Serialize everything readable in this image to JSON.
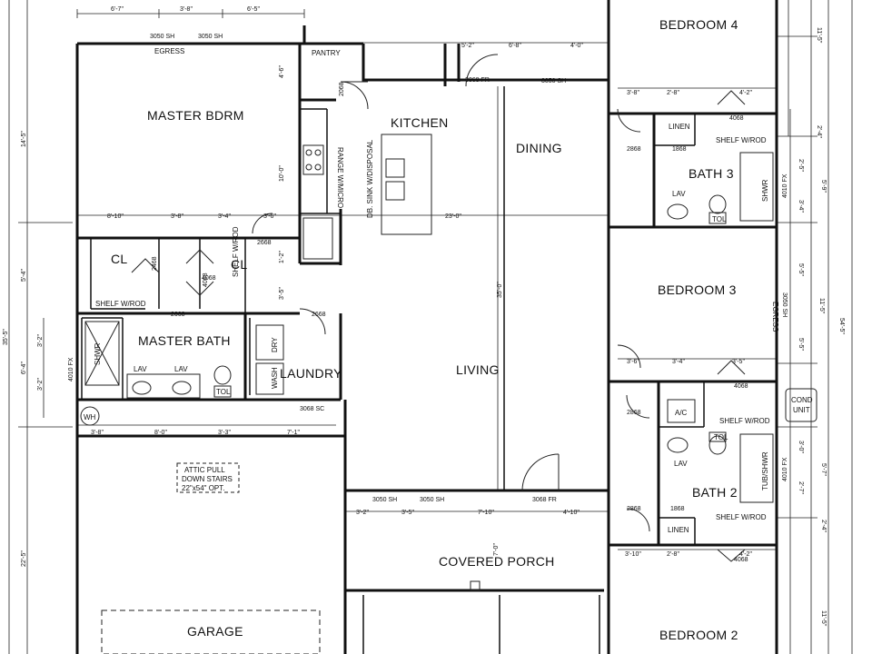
{
  "rooms": {
    "master_bdrm": "MASTER BDRM",
    "kitchen": "KITCHEN",
    "dining": "DINING",
    "living": "LIVING",
    "master_bath": "MASTER BATH",
    "laundry": "LAUNDRY",
    "garage": "GARAGE",
    "covered_porch": "COVERED PORCH",
    "bedroom_4": "BEDROOM 4",
    "bedroom_3": "BEDROOM 3",
    "bedroom_2": "BEDROOM 2",
    "bath_3": "BATH 3",
    "bath_2": "BATH 2",
    "cl_1": "CL",
    "cl_2": "CL"
  },
  "labels": {
    "pantry": "PANTRY",
    "egress_top": "EGRESS",
    "egress_right": "EGRESS",
    "linen_top": "LINEN",
    "linen_bottom": "LINEN",
    "shelf_rod_b3": "SHELF W/ROD",
    "shelf_rod_cl": "SHELF W/ROD",
    "shelf_rod_cl2": "SHELF W/ROD",
    "shelf_rod_ac": "SHELF W/ROD",
    "shelf_rod_b2": "SHELF W/ROD",
    "ac": "A/C",
    "cond_unit_1": "COND",
    "cond_unit_2": "UNIT",
    "lav_mb_1": "LAV",
    "lav_mb_2": "LAV",
    "lav_b3": "LAV",
    "lav_b2": "LAV",
    "tol_mb": "TOL",
    "tol_b3": "TOL",
    "tol_b2": "TOL",
    "shwr_mb": "SHWR",
    "shwr_b3": "SHWR",
    "tub_shwr": "TUB/SHWR",
    "dry": "DRY",
    "wash": "WASH",
    "wh": "WH",
    "range": "RANGE W/MICRO",
    "sink": "DB. SINK W/DISPOSAL",
    "attic_1": "ATTIC PULL",
    "attic_2": "DOWN STAIRS",
    "attic_3": "22\"x54\" OPT."
  },
  "windows": {
    "w_top_1": "3050 SH",
    "w_top_2": "3050 SH",
    "w_dining": "3050 SH",
    "w_dining_fr": "3068 FR",
    "w_b4": "4068",
    "w_b3_closet": "4068",
    "w_ac": "4068",
    "w_b2": "4068",
    "w_b3_side": "3050 SH",
    "w_porch_1": "3050 SH",
    "w_porch_2": "3050 SH",
    "w_porch_fr": "3068 FR",
    "w_laundry": "3068 SC",
    "d_pantry": "2068",
    "d_b4": "2868",
    "d_b3": "2868",
    "d_b2": "2868",
    "d_kitchen": "2668",
    "d_mbath": "2668",
    "d_laundry": "2668",
    "d_linen1": "1868",
    "d_linen2": "1868",
    "d_cl1": "2468",
    "d_cl2": "4068",
    "fx_mb": "4010 FX",
    "fx_b3": "4010 FX",
    "fx_b2": "4010 FX"
  },
  "dimensions": {
    "top_1": "6'-7\"",
    "top_2": "3'-8\"",
    "top_3": "6'-5\"",
    "top_4": "5'-2\"",
    "top_5": "6'-8\"",
    "top_6": "4'-0\"",
    "mid_1": "8'-10\"",
    "mid_2": "3'-8\"",
    "mid_3": "3'-4\"",
    "mid_4": "3'-6\"",
    "mid_5": "23'-0\"",
    "mbath_1": "3'-8\"",
    "mbath_2": "8'-0\"",
    "mbath_3": "3'-3\"",
    "mbath_4": "7'-1\"",
    "right_1": "3'-8\"",
    "right_2": "2'-8\"",
    "right_3": "4'-2\"",
    "right_4": "3'-6\"",
    "right_5": "3'-4\"",
    "right_6": "3'-5\"",
    "porch_1": "3'-2\"",
    "porch_2": "3'-5\"",
    "porch_3": "7'-10\"",
    "porch_4": "4'-10\"",
    "b2_1": "3'-10\"",
    "b2_2": "2'-8\"",
    "b2_3": "4'-2\"",
    "v_living": "35'-0\"",
    "v_kitchen": "10'-0\"",
    "v_pantry": "4'-6\"",
    "v_cl": "3'-5\"",
    "v_cl2": "1'-2\"",
    "v_porch": "7'-0\"",
    "v_left_1": "14'-5\"",
    "v_left_2": "5'-4\"",
    "v_left_3": "35'-5\"",
    "v_left_4": "6'-4\"",
    "v_left_5": "22'-5\"",
    "v_left_6": "3'-2\"",
    "v_left_7": "3'-2\"",
    "v_right_1": "11'-5\"",
    "v_right_2": "2'-4\"",
    "v_right_3": "5'-9\"",
    "v_right_4": "2'-5\"",
    "v_right_5": "3'-4\"",
    "v_right_6": "5'-5\"",
    "v_right_7": "11'-5\"",
    "v_right_8": "54'-5\"",
    "v_right_9": "5'-5\"",
    "v_right_10": "3'-0\"",
    "v_right_11": "5'-7\"",
    "v_right_12": "2'-7\"",
    "v_right_13": "2'-4\"",
    "v_right_14": "11'-5\""
  }
}
